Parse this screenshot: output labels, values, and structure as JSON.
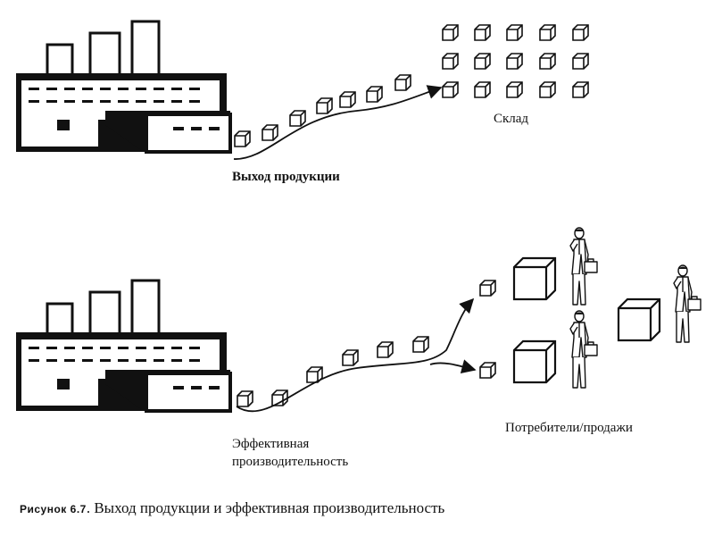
{
  "labels": {
    "warehouse": "Склад",
    "output": "Выход продукции",
    "efficiency_line1": "Эффективная",
    "efficiency_line2": "производительность",
    "consumers": "Потребители/продажи"
  },
  "caption": {
    "tag": "Рисунок 6.7",
    "text": ". Выход продукции и эффективная производительность"
  },
  "colors": {
    "ink": "#111111",
    "paper": "#ffffff"
  },
  "icons": [
    "factory-icon",
    "box-icon",
    "person-with-briefcase-icon",
    "arrow-icon"
  ]
}
